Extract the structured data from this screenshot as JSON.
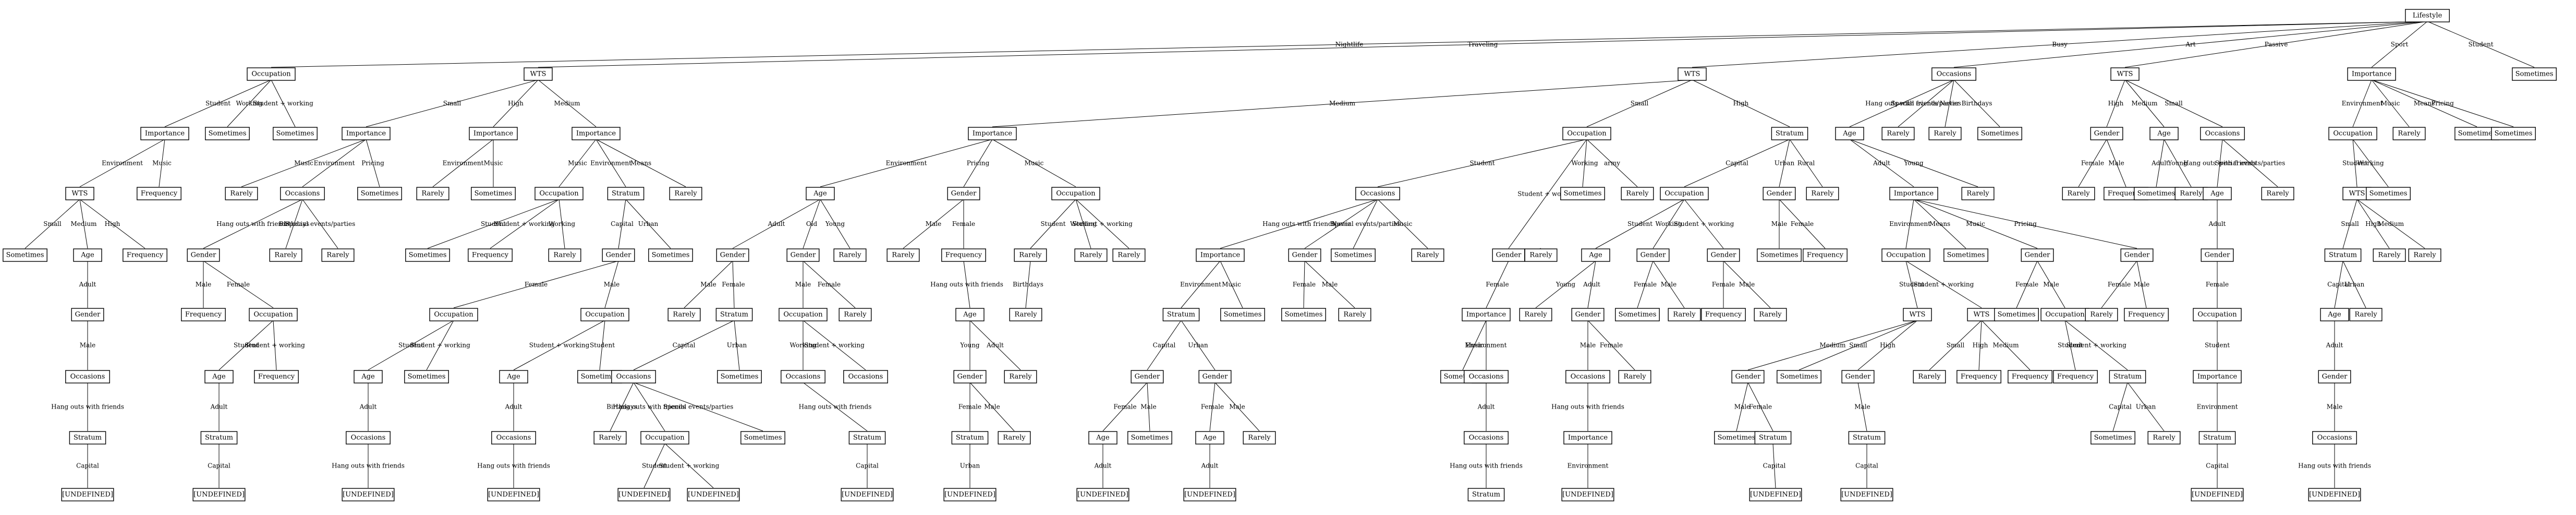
{
  "title": "Lifestyle",
  "nodes": {
    "root": "Lifestyle",
    "n1": "Occupation",
    "n2": "WTS",
    "n3": "WTS",
    "n4": "Occasions",
    "n5": "WTS",
    "n6": "Importance",
    "n7": "Sometimes",
    "a1": "Importance",
    "a2": "Sometimes",
    "a3": "Sometimes",
    "a4": "WTS",
    "a5": "Frequency",
    "a6": "Sometimes",
    "a7": "Age",
    "a8": "Frequency",
    "a9": "Gender",
    "a10": "Occasions",
    "a11": "Stratum",
    "a12": "[UNDEFINED]",
    "b1": "Importance",
    "b2": "Importance",
    "b3": "Importance",
    "b4": "Rarely",
    "b5": "Occasions",
    "b6": "Sometimes",
    "b7": "Gender",
    "b8": "Rarely",
    "b9": "Rarely",
    "b10": "Frequency",
    "b11": "Occupation",
    "b12": "Age",
    "b13": "Frequency",
    "b14": "Stratum",
    "b15": "[UNDEFINED]",
    "b16": "Rarely",
    "b17": "Sometimes",
    "b18": "Occupation",
    "b19": "Stratum",
    "b20": "Rarely",
    "b21": "Sometimes",
    "b22": "Frequency",
    "b23": "Rarely",
    "b24": "Gender",
    "b25": "Sometimes",
    "b26": "Occupation",
    "b27": "Occupation",
    "b28": "Age",
    "b29": "Sometimes",
    "b30": "Age",
    "b31": "Sometimes",
    "b32": "Occasions",
    "b33": "[UNDEFINED]",
    "b34": "Occasions",
    "b35": "[UNDEFINED]",
    "c1": "Importance",
    "c2": "Occupation",
    "c3": "Stratum",
    "c4": "Age",
    "c5": "Gender",
    "c6": "Occupation",
    "c7": "Gender",
    "c8": "Gender",
    "c9": "Rarely",
    "c10": "Rarely",
    "c11": "Stratum",
    "c12": "Occupation",
    "c13": "Rarely",
    "c14": "Occasions",
    "c15": "Sometimes",
    "c16": "Rarely",
    "c17": "Occupation",
    "c18": "[UNDEFINED]",
    "c19": "[UNDEFINED]",
    "c20": "Rarely",
    "c21": "Sometimes",
    "c22": "Occasions",
    "c23": "Stratum",
    "c24": "[UNDEFINED]",
    "c25": "Rarely",
    "c26": "Frequency",
    "c27": "Occasions",
    "c28": "Rarely",
    "c29": "Rarely",
    "c30": "Rarely",
    "c31": "Age",
    "c32": "Gender",
    "c33": "Rarely",
    "c34": "Stratum",
    "c35": "[UNDEFINED]",
    "d1": "Occasions",
    "d2": "Gender",
    "d3": "Sometimes",
    "d4": "Rarely",
    "d5": "Importance",
    "d6": "Sometimes",
    "d7": "Stratum",
    "d8": "Gender",
    "d9": "Gender",
    "d10": "Age",
    "d11": "Sometimes",
    "d12": "Age",
    "d13": "Rarely",
    "d14": "[UNDEFINED]",
    "d15": "[UNDEFINED]",
    "d16": "Gender",
    "d17": "Sometimes",
    "d18": "Rarely",
    "d19": "Sometimes",
    "d20": "Rarely",
    "d21": "Importance",
    "d22": "Rarely",
    "d23": "Age",
    "d24": "Occasions",
    "d25": "Stratum",
    "d26": "[UNDEFINED]",
    "e1": "Occupation",
    "e2": "Stratum",
    "e3": "Age",
    "e4": "Rarely",
    "e5": "Gender",
    "e6": "Occasions",
    "e7": "Importance",
    "e8": "[UNDEFINED]",
    "e9": "Occupation",
    "e10": "Gender",
    "e11": "Rarely",
    "e12": "Age",
    "e13": "Gender",
    "e14": "Gender",
    "e15": "Sometimes",
    "e16": "Rarely",
    "e17": "Rarely",
    "e18": "Frequency",
    "e19": "Rarely",
    "e20": "Sometimes",
    "e21": "Frequency",
    "f1": "Age",
    "f2": "Rarely",
    "f3": "Rarely",
    "f4": "Sometimes",
    "f5": "Importance",
    "f6": "Rarely",
    "f7": "Occupation",
    "f8": "Sometimes",
    "f9": "Gender",
    "f10": "Gender",
    "f11": "WTS",
    "f12": "WTS",
    "f13": "Sometimes",
    "f14": "Occupation",
    "f15": "Rarely",
    "f16": "Frequency",
    "f17": "Gender",
    "f18": "Sometimes",
    "f19": "Gender",
    "f20": "Rarely",
    "f21": "Frequency",
    "f22": "Frequency",
    "f23": "Sometimes",
    "f24": "Stratum",
    "f25": "Frequency",
    "f26": "Stratum",
    "f27": "[UNDEFINED]",
    "f28": "[UNDEFINED]",
    "f29": "Sometimes",
    "f30": "Rarely",
    "g1": "Gender",
    "g2": "Age",
    "g3": "Occasions",
    "g4": "Rarely",
    "g5": "Frequency",
    "g6": "Sometimes",
    "g7": "Rarely",
    "g8": "Age",
    "g9": "Rarely",
    "g10": "Gender",
    "g11": "Occupation",
    "g12": "Importance",
    "g13": "Stratum",
    "g14": "[UNDEFINED]",
    "h1": "Occupation",
    "h2": "Rarely",
    "h3": "Sometimes",
    "h4": "Sometimes",
    "h5": "WTS",
    "h6": "Sometimes",
    "h7": "Stratum",
    "h8": "Rarely",
    "h9": "Rarely",
    "h10": "Age",
    "h11": "Rarely",
    "h12": "Gender",
    "h13": "Occasions",
    "h14": "[UNDEFINED]"
  },
  "edge_labels": {
    "root-n1": "Nightlife",
    "root-n2": "Traveling",
    "root-n3": "Busy",
    "root-n4": "Art",
    "root-n5": "Passive",
    "root-n6": "Sport",
    "root-n7": "Student",
    "n1-a1": "Student",
    "n1-a2": "Working",
    "n1-a3": "Student + working",
    "a1-a4": "Environment",
    "a1-a5": "Music",
    "a4-a6": "Small",
    "a4-a7": "Medium",
    "a4-a8": "High",
    "a7-a9": "Adult",
    "a9-a10": "Male",
    "a10-a11": "Hang outs with friends",
    "a11-a12": "Capital",
    "n2-b1": "Small",
    "n2-b2": "High",
    "n2-b3": "Medium",
    "b1-b4": "Music",
    "b1-b5": "Environment",
    "b1-b6": "Pricing",
    "b5-b7": "Hang outs with friends",
    "b5-b8": "Birthdays",
    "b5-b9": "Special events/parties",
    "b7-b10": "Male",
    "b7-b11": "Female",
    "b11-b12": "Student",
    "b11-b13": "Student + working",
    "b12-b14": "Adult",
    "b14-b15": "Capital",
    "b2-b16": "Environment",
    "b2-b17": "Music",
    "b3-b18": "Music",
    "b3-b19": "Environment",
    "b3-b20": "Means",
    "b18-b21": "Student",
    "b18-b22": "Student + working",
    "b18-b23": "Working",
    "b19-b24": "Capital",
    "b19-b25": "Urban",
    "b24-b26": "Female",
    "b24-b27": "Male",
    "b26-b28": "Student",
    "b26-b29": "Student + working",
    "b27-b30": "Student + working",
    "b27-b31": "Student",
    "b28-b32": "Adult",
    "b32-b33": "Hang outs with friends",
    "b30-b34": "Adult",
    "b34-b35": "Hang outs with friends",
    "n3-c1": "Medium",
    "n3-c2": "Small",
    "n3-c3": "High",
    "c1-c4": "Environment",
    "c1-c5": "Pricing",
    "c1-c6": "Music",
    "c4-c7": "Adult",
    "c4-c8": "Old",
    "c4-c9": "Young",
    "c5-c10": "Male",
    "c5-c26": "Female",
    "c7-c13": "Male",
    "c7-c11": "Female",
    "c11-c14": "Capital",
    "c11-c15": "Urban",
    "c14-c20": "Birthdays",
    "c14-c17": "Hang outs with friends",
    "c14-c21": "Special events/parties",
    "c17-c18": "Student",
    "c17-c19": "Student + working",
    "c8-c12": "Male",
    "c8-c16": "Female",
    "c12-c22": "Working",
    "c12-c27": "Student + working",
    "c22-c23": "Hang outs with friends",
    "c23-c24": "Capital",
    "c26-c31": "Hang outs with friends",
    "c6-c25": "Student",
    "c6-c28": "Working",
    "c6-c29": "Student + working",
    "c25-c30": "Birthdays",
    "c31-c32": "Young",
    "c31-c33": "Adult",
    "c32-c34": "Female",
    "c32-c36": "Male",
    "c34-c35": "Urban",
    "c2-d1": "Student",
    "c2-d2": "Student + working",
    "c2-d3": "Working",
    "c2-d4": "army",
    "d1-d5": "Hang outs with friends",
    "d1-d8": "Never",
    "d1-d11": "Special events/parties",
    "d1-d13": "Music",
    "d5-d7": "Environment",
    "d5-d6": "Music",
    "d7-d9": "Capital",
    "d7-d16": "Urban",
    "d9-d10": "Female",
    "d9-d17": "Male",
    "d10-d14": "Adult",
    "d16-d12": "Female",
    "d16-d18": "Male",
    "d12-d15": "Adult",
    "d8-d19": "Female",
    "d8-d20": "Male",
    "d2-d21": "Female",
    "d2-d22": "Male",
    "d21-d23": "Music",
    "d21-d24": "Environment",
    "d23-d24b": "Adult",
    "c3-e1": "Capital",
    "c3-e10": "Urban",
    "c3-e11": "Rural",
    "e1-e12": "Student",
    "e1-e13": "Working",
    "e1-e14": "Student + working",
    "e12-e4": "Young",
    "e12-e5": "Adult",
    "e5-e6": "Male",
    "e5-e17": "Female",
    "e6-e7": "Hang outs with friends",
    "e7-e8": "Environment",
    "e13-e15": "Female",
    "e13-e16": "Male",
    "e14-e18": "Female",
    "e14-e19": "Male",
    "e10-e20": "Male",
    "e10-e21": "Female",
    "n4-f1": "Hang outs with friends",
    "n4-f2": "Special events/parties",
    "n4-f3": "Never",
    "n4-f4": "Birthdays",
    "f1-f5": "Adult",
    "f1-f6": "Young",
    "f5-f7": "Environment",
    "f5-f8": "Means",
    "f5-f9": "Music",
    "f5-f10": "Pricing",
    "f7-f11": "Student",
    "f7-f12": "Student + working",
    "f11-f17": "Medium",
    "f11-f18": "Small",
    "f11-f19": "High",
    "f12-f20": "Small",
    "f12-f21": "High",
    "f12-f22": "Medium",
    "f9-f23": "Female",
    "f9-f14": "Male",
    "f14-f25": "Student",
    "f14-f26": "Student + working",
    "f10-f15": "Female",
    "f10-f16": "Male",
    "f17-f29": "Male",
    "f17-f24": "Female",
    "f24-f27": "Capital",
    "f19-f28b": "Male",
    "f26-f29b": "Capital",
    "f26-f30": "Urban",
    "n5-g1": "High",
    "n5-g2": "Medium",
    "n5-g3": "Small",
    "g1-g4": "Female",
    "g1-g5": "Male",
    "g2-g6": "Adult",
    "g2-g7": "Young",
    "g3-g8": "Hang outs with friends",
    "g3-g9": "Special events/parties",
    "g8-g10": "Adult",
    "g10-g11": "Female",
    "g11-g12": "Student",
    "g12-g13": "Environment",
    "g13-g14": "Capital",
    "n6-h1": "Environment",
    "n6-h2": "Music",
    "n6-h3": "Means",
    "n6-h4": "Pricing",
    "h1-h5": "Student",
    "h1-h6": "Working",
    "h5-h7": "Small",
    "h5-h8": "High",
    "h5-h9": "Medium",
    "h7-h10": "Capital",
    "h7-h11": "Urban",
    "h10-h12": "Adult",
    "h12-h13": "Male",
    "h13-h14": "Hang outs with friends"
  }
}
